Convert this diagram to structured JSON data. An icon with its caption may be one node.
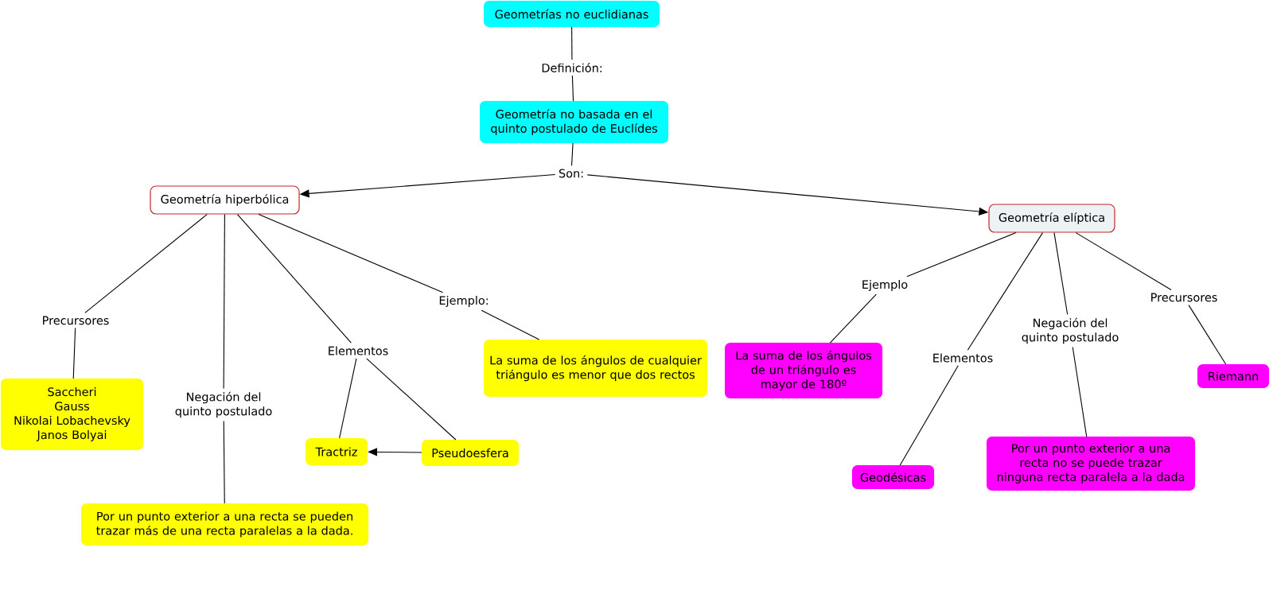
{
  "diagram": {
    "nodes": [
      {
        "text": [
          "Geometrías no euclidianas"
        ]
      },
      {
        "text": [
          "Definición:"
        ]
      },
      {
        "text": [
          "Geometría no basada en el quinto postulado de Euclídes"
        ]
      },
      {
        "text": [
          "Son:"
        ]
      },
      {
        "text": [
          "Geometría hiperbólica"
        ]
      },
      {
        "text": [
          "Geometría elíptica"
        ]
      },
      {
        "text": [
          "Precursores"
        ]
      },
      {
        "text": [
          "Saccheri",
          "Gauss",
          "Nikolai Lobachevsky",
          "Janos Bolyai"
        ]
      },
      {
        "text": [
          "Negación del quinto postulado"
        ]
      },
      {
        "text": [
          "Por un punto exterior a una recta se pueden trazar más de una recta paralelas a la dada."
        ]
      },
      {
        "text": [
          "Elementos"
        ]
      },
      {
        "text": [
          "Tractriz"
        ]
      },
      {
        "text": [
          "Pseudoesfera"
        ]
      },
      {
        "text": [
          "Ejemplo:"
        ]
      },
      {
        "text": [
          "La suma de los ángulos de cualquier triángulo es menor que dos rectos"
        ]
      },
      {
        "text": [
          "Ejemplo"
        ]
      },
      {
        "text": [
          "La suma de los ángulos de un triángulo es mayor de 180º"
        ]
      },
      {
        "text": [
          "Elementos"
        ]
      },
      {
        "text": [
          "Geodésicas"
        ]
      },
      {
        "text": [
          "Negación del quinto postulado"
        ]
      },
      {
        "text": [
          "Por un punto exterior a una recta no se puede trazar ninguna recta paralela a la dada"
        ]
      },
      {
        "text": [
          "Precursores"
        ]
      },
      {
        "text": [
          "Riemann"
        ]
      }
    ],
    "edges": [
      {
        "from": 0,
        "to": 1,
        "arrow": "none"
      },
      {
        "from": 1,
        "to": 2,
        "arrow": "none"
      },
      {
        "from": 2,
        "to": 3,
        "arrow": "none"
      },
      {
        "from": 3,
        "to": 4,
        "arrow": "to"
      },
      {
        "from": 3,
        "to": 5,
        "arrow": "to"
      },
      {
        "from": 4,
        "to": 6,
        "arrow": "none"
      },
      {
        "from": 6,
        "to": 7,
        "arrow": "none"
      },
      {
        "from": 4,
        "to": 8,
        "arrow": "none"
      },
      {
        "from": 8,
        "to": 9,
        "arrow": "none"
      },
      {
        "from": 4,
        "to": 10,
        "arrow": "none"
      },
      {
        "from": 10,
        "to": 11,
        "arrow": "none"
      },
      {
        "from": 10,
        "to": 12,
        "arrow": "none"
      },
      {
        "from": 12,
        "to": 11,
        "arrow": "to"
      },
      {
        "from": 4,
        "to": 13,
        "arrow": "none"
      },
      {
        "from": 13,
        "to": 14,
        "arrow": "none"
      },
      {
        "from": 5,
        "to": 15,
        "arrow": "none"
      },
      {
        "from": 15,
        "to": 16,
        "arrow": "none"
      },
      {
        "from": 5,
        "to": 17,
        "arrow": "none"
      },
      {
        "from": 17,
        "to": 18,
        "arrow": "none"
      },
      {
        "from": 5,
        "to": 19,
        "arrow": "none"
      },
      {
        "from": 19,
        "to": 20,
        "arrow": "none"
      },
      {
        "from": 5,
        "to": 21,
        "arrow": "none"
      },
      {
        "from": 21,
        "to": 22,
        "arrow": "none"
      }
    ]
  }
}
